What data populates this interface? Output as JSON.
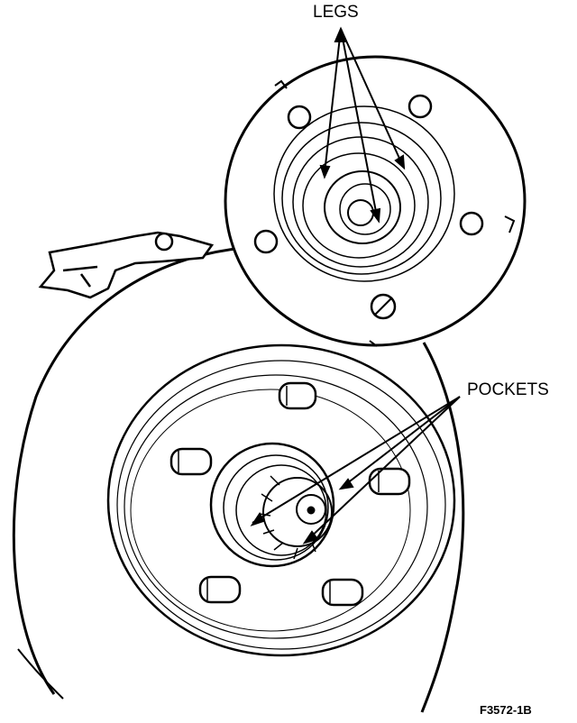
{
  "labels": {
    "legs": "LEGS",
    "pockets": "POCKETS",
    "figure_id": "F3572-1B"
  },
  "colors": {
    "ink": "#000000",
    "paper": "#ffffff"
  }
}
